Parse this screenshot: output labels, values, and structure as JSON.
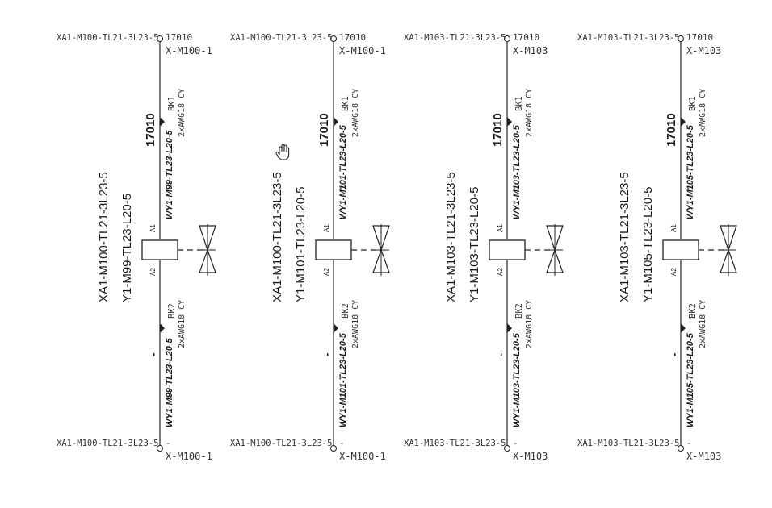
{
  "columns": [
    {
      "top_term": "XA1-M100-TL21-3L23-5",
      "top_num": "17010",
      "top_x": "X-M100-1",
      "wire_num": "17010",
      "wire_top_italic": "WY1-M99-TL23-L20-5",
      "wire_top_bk": "BK1",
      "wire_top_awg": "2xAWG18 CY",
      "main_label_1": "XA1-M100-TL21-3L23-5",
      "main_label_2": "Y1-M99-TL23-L20-5",
      "coil_a1": "A1",
      "coil_a2": "A2",
      "minus": "-",
      "wire_bot_italic": "WY1-M99-TL23-L20-5",
      "wire_bot_bk": "BK2",
      "wire_bot_awg": "2xAWG18 CY",
      "bot_term": "XA1-M100-TL21-3L23-5",
      "bot_num": "-",
      "bot_x": "X-M100-1"
    },
    {
      "top_term": "XA1-M100-TL21-3L23-5",
      "top_num": "17010",
      "top_x": "X-M100-1",
      "wire_num": "17010",
      "wire_top_italic": "WY1-M101-TL23-L20-5",
      "wire_top_bk": "BK1",
      "wire_top_awg": "2xAWG18 CY",
      "main_label_1": "XA1-M100-TL21-3L23-5",
      "main_label_2": "Y1-M101-TL23-L20-5",
      "coil_a1": "A1",
      "coil_a2": "A2",
      "minus": "-",
      "wire_bot_italic": "WY1-M101-TL23-L20-5",
      "wire_bot_bk": "BK2",
      "wire_bot_awg": "2xAWG18 CY",
      "bot_term": "XA1-M100-TL21-3L23-5",
      "bot_num": "-",
      "bot_x": "X-M100-1"
    },
    {
      "top_term": "XA1-M103-TL21-3L23-5",
      "top_num": "17010",
      "top_x": "X-M103",
      "wire_num": "17010",
      "wire_top_italic": "WY1-M103-TL23-L20-5",
      "wire_top_bk": "BK1",
      "wire_top_awg": "2xAWG18 CY",
      "main_label_1": "XA1-M103-TL21-3L23-5",
      "main_label_2": "Y1-M103-TL23-L20-5",
      "coil_a1": "A1",
      "coil_a2": "A2",
      "minus": "-",
      "wire_bot_italic": "WY1-M103-TL23-L20-5",
      "wire_bot_bk": "BK2",
      "wire_bot_awg": "2xAWG18 CY",
      "bot_term": "XA1-M103-TL21-3L23-5",
      "bot_num": "-",
      "bot_x": "X-M103"
    },
    {
      "top_term": "XA1-M103-TL21-3L23-5",
      "top_num": "17010",
      "top_x": "X-M103",
      "wire_num": "17010",
      "wire_top_italic": "WY1-M105-TL23-L20-5",
      "wire_top_bk": "BK1",
      "wire_top_awg": "2xAWG18 CY",
      "main_label_1": "XA1-M103-TL21-3L23-5",
      "main_label_2": "Y1-M105-TL23-L20-5",
      "coil_a1": "A1",
      "coil_a2": "A2",
      "minus": "-",
      "wire_bot_italic": "WY1-M105-TL23-L20-5",
      "wire_bot_bk": "BK2",
      "wire_bot_awg": "2xAWG18 CY",
      "bot_term": "XA1-M103-TL21-3L23-5",
      "bot_num": "-",
      "bot_x": "X-M103"
    }
  ],
  "cursor_icon": "hand-pointer-icon",
  "line_color": "#222222"
}
